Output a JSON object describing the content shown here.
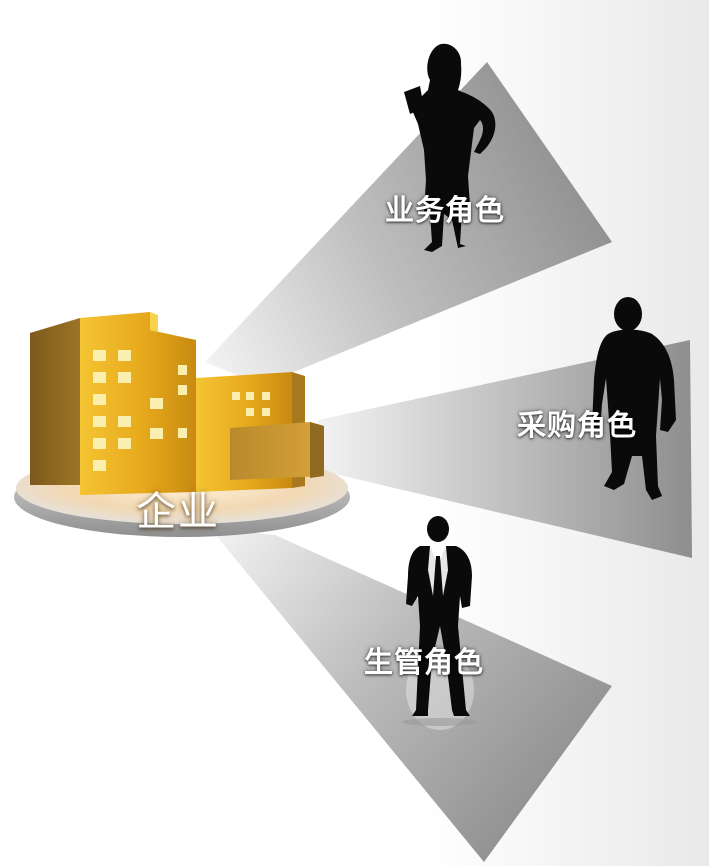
{
  "enterprise": {
    "label": "企业",
    "icon": "office-building-icon"
  },
  "roles": [
    {
      "label": "业务角色",
      "icon": "businesswoman-silhouette-icon"
    },
    {
      "label": "采购角色",
      "icon": "businessman-silhouette-icon"
    },
    {
      "label": "生管角色",
      "icon": "manager-in-suit-silhouette-icon"
    }
  ],
  "colors": {
    "beam_gray": "#8c8c8c",
    "beam_light": "#f2f2f2",
    "building_gold": "#e0a21a",
    "building_dark": "#8a6a1e",
    "silhouette": "#0a0a0a"
  }
}
